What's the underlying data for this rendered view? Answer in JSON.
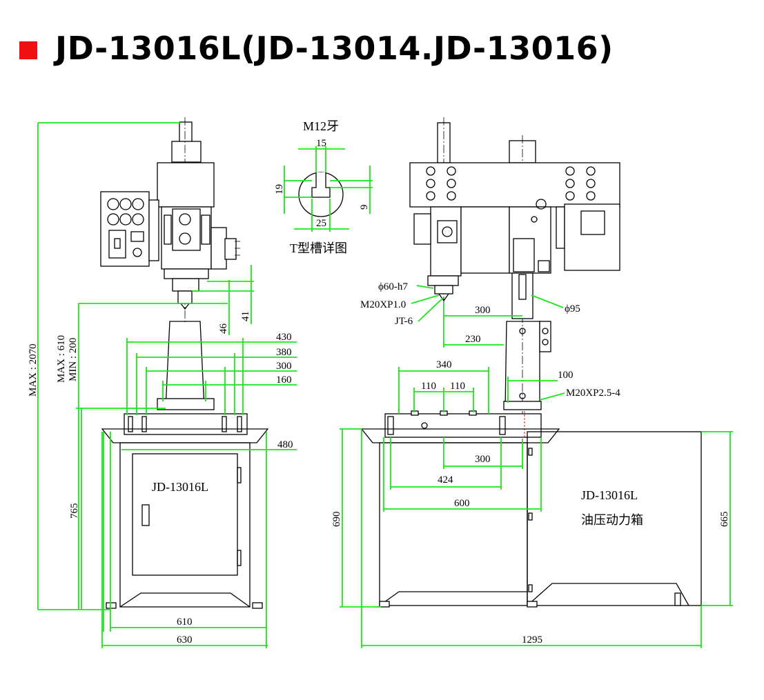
{
  "title": "JD-13016L(JD-13014.JD-13016)",
  "colors": {
    "title_square": "#ee1111",
    "dimension_lines": "#19e619",
    "outline": "#000000"
  },
  "front_view": {
    "dims": {
      "max_height": "MAX : 2070",
      "max_stroke": "MAX : 610",
      "min_stroke": "MIN : 200",
      "table_height": "765",
      "d46": "46",
      "d41": "41",
      "w430": "430",
      "w380": "380",
      "w300": "300",
      "w160": "160",
      "w480": "480",
      "w610": "610",
      "w630": "630"
    },
    "cabinet_label": "JD-13016L"
  },
  "t_slot_detail": {
    "thread": "M12牙",
    "d15": "15",
    "d19": "19",
    "d9": "9",
    "d25": "25",
    "caption": "T型槽详图"
  },
  "side_view": {
    "callouts": {
      "spindle_fit": "ϕ60-h7",
      "spindle_thread": "M20XP1.0",
      "taper": "JT-6",
      "column": "ϕ95",
      "table_thread": "M20XP2.5-4"
    },
    "dims": {
      "d300_top": "300",
      "d230": "230",
      "d340": "340",
      "d110a": "110",
      "d110b": "110",
      "d100": "100",
      "d300_base": "300",
      "d424": "424",
      "d600": "600",
      "h690": "690",
      "h665": "665",
      "w1295": "1295"
    },
    "box_label": "JD-13016L",
    "box_caption": "油压动力箱"
  }
}
